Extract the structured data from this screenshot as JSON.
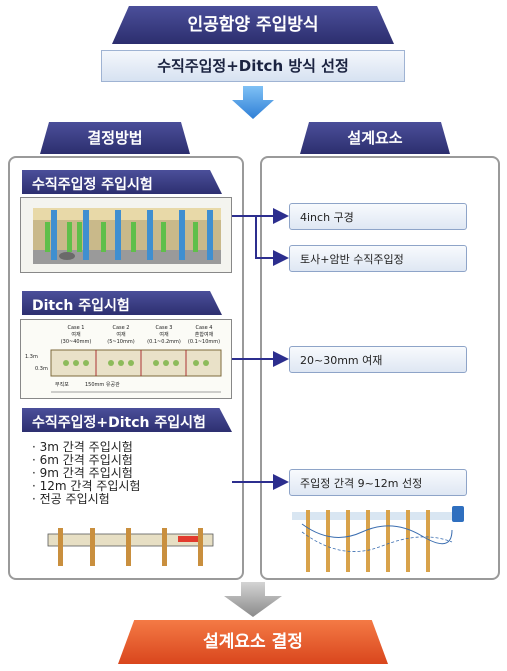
{
  "header": {
    "title": "인공함양 주입방식",
    "subtitle": "수직주입정+Ditch 방식 선정"
  },
  "columns": {
    "left_title": "결정방법",
    "right_title": "설계요소"
  },
  "sections": [
    {
      "title": "수직주입정 주입시험"
    },
    {
      "title": "Ditch 주입시험"
    },
    {
      "title": "수직주입정+Ditch 주입시험"
    }
  ],
  "ditch_cases": [
    {
      "case": "Case 1",
      "name": "여재",
      "range": "(30~40mm)"
    },
    {
      "case": "Case 2",
      "name": "여재",
      "range": "(5~10mm)"
    },
    {
      "case": "Case 3",
      "name": "여재",
      "range": "(0.1~0.2mm)"
    },
    {
      "case": "Case 4",
      "name": "혼합여재",
      "range": "(0.1~10mm)"
    }
  ],
  "ditch_labels": {
    "height_outer": "1.3m",
    "height_inner": "0.3m",
    "pipe": "부직포",
    "pipe_dia": "150mm 유공관"
  },
  "combined_tests": [
    "· 3m 간격 주입시험",
    "· 6m 간격 주입시험",
    "· 9m 간격 주입시험",
    "· 12m 간격 주입시험",
    "· 전공 주입시험"
  ],
  "results": [
    "4inch 구경",
    "토사+암반 수직주입정",
    "20~30mm 여재",
    "주입정 간격 9~12m 선정"
  ],
  "footer": {
    "label": "설계요소 결정"
  },
  "colors": {
    "navy": "#2c2e6e",
    "blue_arrow": "#3d8fe0",
    "orange": "#e8562a"
  }
}
